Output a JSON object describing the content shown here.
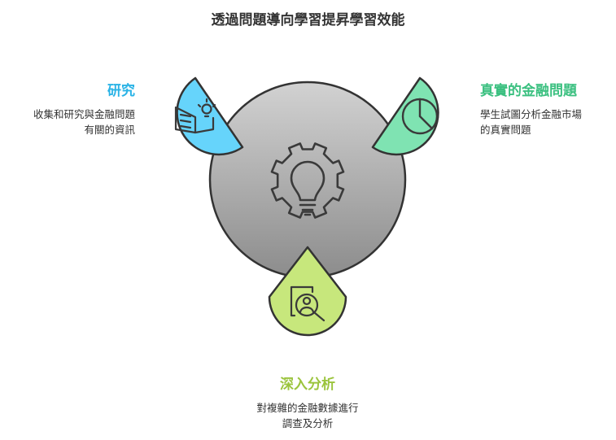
{
  "title": "透過問題導向學習提昇學習效能",
  "colors": {
    "research": "#66d4fb",
    "real_problem": "#7fe3b2",
    "analysis": "#c7e77c",
    "hub_top": "#d2d2d2",
    "hub_bottom": "#8c8c8c",
    "outline": "#333333",
    "research_text": "#2ab3e6",
    "real_problem_text": "#3bc080",
    "analysis_text": "#9bc43d"
  },
  "nodes": {
    "research": {
      "heading": "研究",
      "lines": [
        "收集和研究與金融問題",
        "有關的資訊"
      ],
      "icon": "book-lightbulb-icon"
    },
    "real_problem": {
      "heading": "真實的金融問題",
      "lines": [
        "學生試圖分析金融市場",
        "的真實問題"
      ],
      "icon": "pie-chart-icon"
    },
    "analysis": {
      "heading": "深入分析",
      "lines": [
        "對複雜的金融數據進行",
        "調查及分析"
      ],
      "icon": "magnify-person-icon"
    },
    "hub": {
      "icon": "gear-lightbulb-icon"
    }
  }
}
